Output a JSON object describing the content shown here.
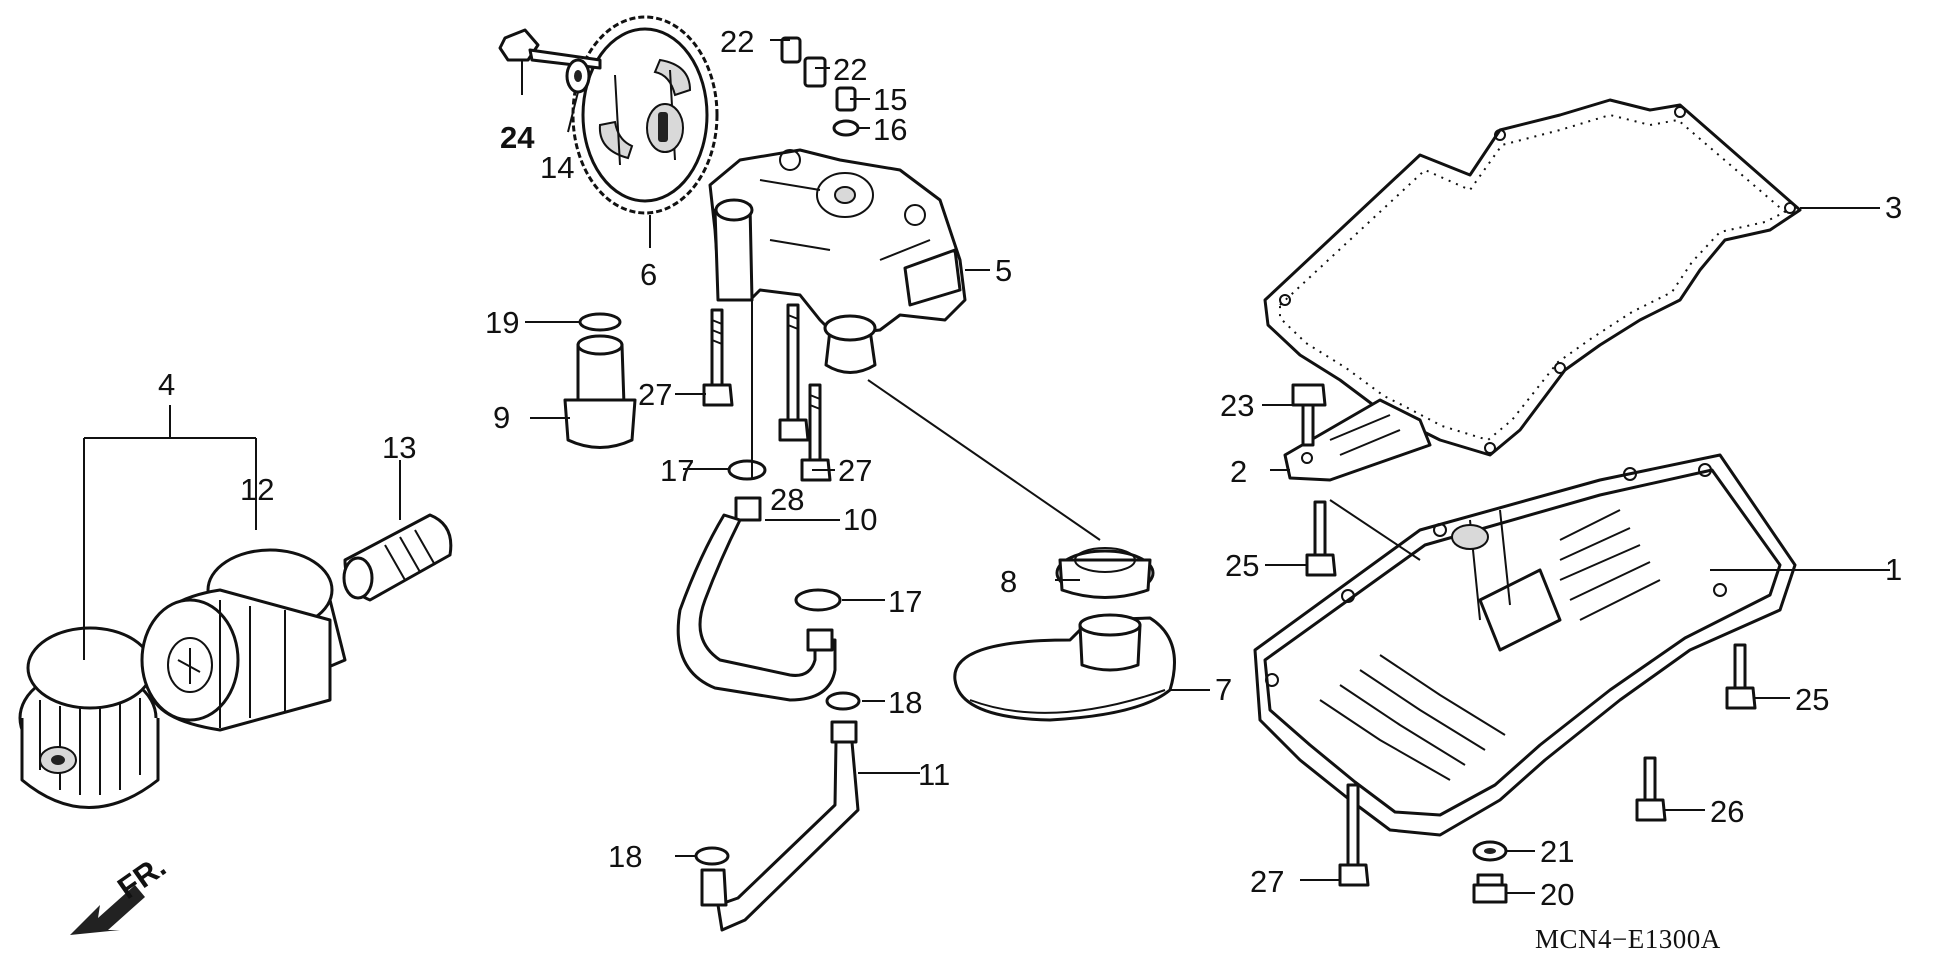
{
  "diagram": {
    "code": "MCN4−E1300A",
    "direction_label": "FR.",
    "callouts": [
      "1",
      "2",
      "3",
      "4",
      "5",
      "6",
      "7",
      "8",
      "9",
      "10",
      "11",
      "12",
      "13",
      "14",
      "15",
      "16",
      "17",
      "17",
      "18",
      "18",
      "19",
      "20",
      "21",
      "22",
      "22",
      "23",
      "24",
      "25",
      "25",
      "26",
      "27",
      "27",
      "27",
      "28"
    ]
  },
  "colors": {
    "ink": "#111111",
    "paper": "#ffffff"
  }
}
